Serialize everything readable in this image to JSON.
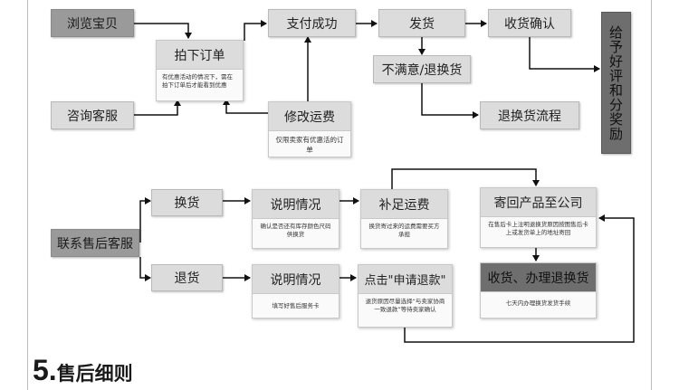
{
  "flow_top": {
    "browse": "浏览宝贝",
    "place_order": "拍下订单",
    "place_order_note": "有优惠活动的情况下，需在拍下订单后才能看到优惠",
    "consult": "咨询客服",
    "pay_success": "支付成功",
    "modify_price": "修改运费",
    "modify_price_note": "仅限卖家有优惠活的订单",
    "ship": "发货",
    "unsatisfied": "不满意/退换货",
    "confirm_receipt": "收货确认",
    "return_flow": "退换货流程",
    "give_review": "给予好评和分奖励"
  },
  "flow_bottom": {
    "contact_service": "联系售后客服",
    "exchange": "换货",
    "explain_1": "说明情况",
    "explain_1_note": "确认是否还有库存颜色尺码供换货",
    "supplement_freight": "补足运费",
    "supplement_freight_note": "换货寄过来的运费需要买方承担",
    "return": "退货",
    "explain_2": "说明情况",
    "explain_2_note": "填写好售后服务卡",
    "apply_refund": "点击\"申请退款\"",
    "apply_refund_note": "退货原因尽量选择“与卖家协商一致退款”等待卖家确认",
    "send_back": "寄回产品至公司",
    "send_back_note": "在售后卡上注明退换货原因按图售后卡上或发货单上的地址寄回",
    "receive_process": "收货、办理退换货",
    "receive_process_note": "七天内办理换货发货手续"
  },
  "section": {
    "number": "5.",
    "title": "售后细则"
  }
}
